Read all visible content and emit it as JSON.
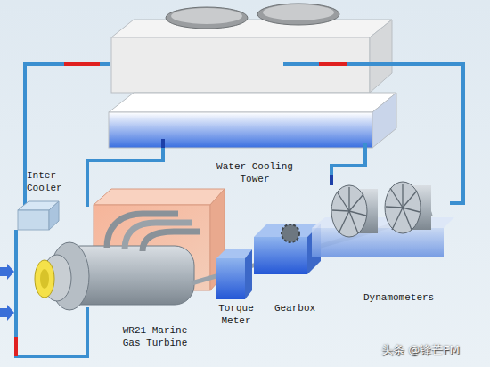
{
  "diagram": {
    "labels": [
      "Inter Cooler",
      "Water Cooling Tower",
      "WR21 Marine Gas Turbine",
      "Torque Meter",
      "Gearbox",
      "Dynamometers",
      "头条 @锋芒FM"
    ]
  }
}
